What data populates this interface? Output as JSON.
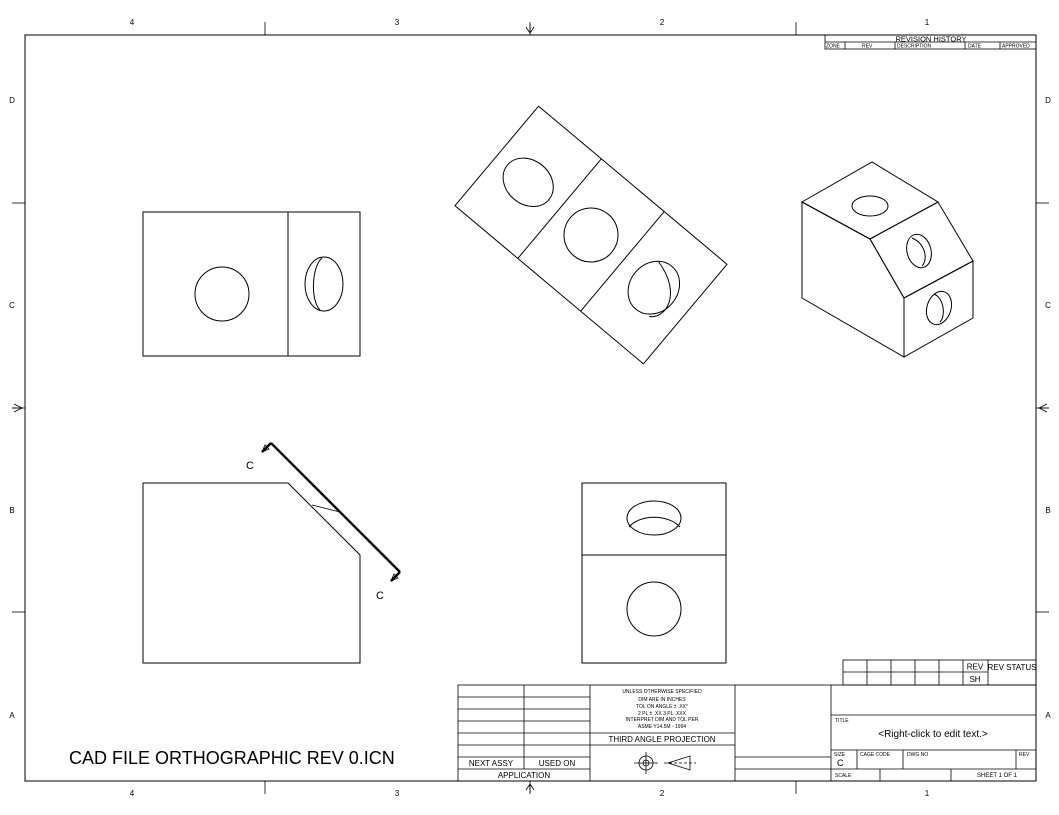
{
  "sheet": {
    "zones_horizontal": [
      "4",
      "3",
      "2",
      "1"
    ],
    "zones_vertical": [
      "D",
      "C",
      "B",
      "A"
    ]
  },
  "revision_history": {
    "title": "REVISION HISTORY",
    "columns": [
      "ZONE",
      "REV",
      "DESCRIPTION",
      "DATE",
      "APPROVED"
    ]
  },
  "section_label": "C",
  "title_block": {
    "notes": [
      "UNLESS OTHERWISE SPECIFIED",
      "DIM ARE IN INCHES",
      "TOL ON ANGLE ± .XX°",
      "2 PL ± .XX  3 PL .XXX",
      "INTERPRET DIM AND TOL PER",
      "ASME Y14.5M - 1994"
    ],
    "projection": "THIRD ANGLE PROJECTION",
    "next_assy": "NEXT ASSY",
    "used_on": "USED ON",
    "application": "APPLICATION",
    "rev_label": "REV",
    "sh_label": "SH",
    "rev_status": "REV STATUS",
    "title_label": "TITLE",
    "title_text": "<Right-click to edit text.>",
    "size_label": "SIZE",
    "size_value": "C",
    "cage_code_label": "CAGE CODE",
    "dwg_no_label": "DWG NO",
    "rev_small_label": "REV",
    "scale_label": "SCALE",
    "sheet_text": "SHEET 1 OF 1"
  },
  "file_name": "CAD FILE ORTHOGRAPHIC REV 0.ICN"
}
